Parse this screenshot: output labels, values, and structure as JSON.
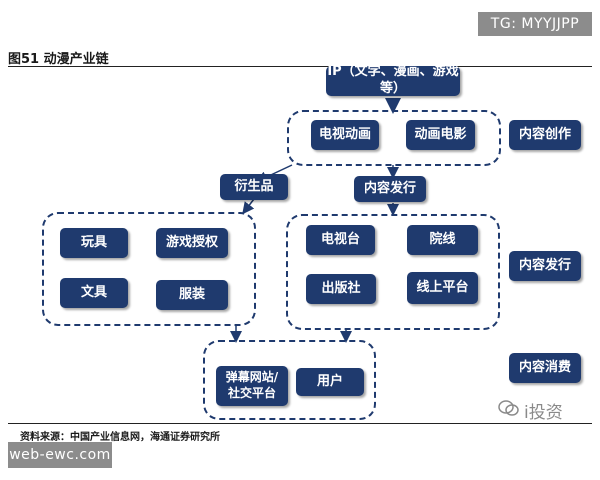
{
  "watermark_top": "TG: MYYJJPP",
  "watermark_bottom": "web-ewc.com",
  "figure_title": "图51 动漫产业链",
  "nodes": {
    "ip": "IP（文学、漫画、游戏等）",
    "tv_animation": "电视动画",
    "animated_film": "动画电影",
    "derivatives": "衍生品",
    "content_distribution": "内容发行",
    "toys": "玩具",
    "game_license": "游戏授权",
    "stationery": "文具",
    "apparel": "服装",
    "tv_station": "电视台",
    "cinema": "院线",
    "publisher": "出版社",
    "online_platform": "线上平台",
    "danmaku_social": "弹幕网站/\n社交平台",
    "users": "用户"
  },
  "stage_labels": {
    "creation": "内容创作",
    "distribution": "内容发行",
    "consumption": "内容消费"
  },
  "source_note": "资料来源：中国产业信息网，海通证券研究所",
  "brand_text": "i投资",
  "colors": {
    "node_fill": "#1f3a6e",
    "node_text": "#ffffff",
    "group_border": "#1f3a6e"
  }
}
